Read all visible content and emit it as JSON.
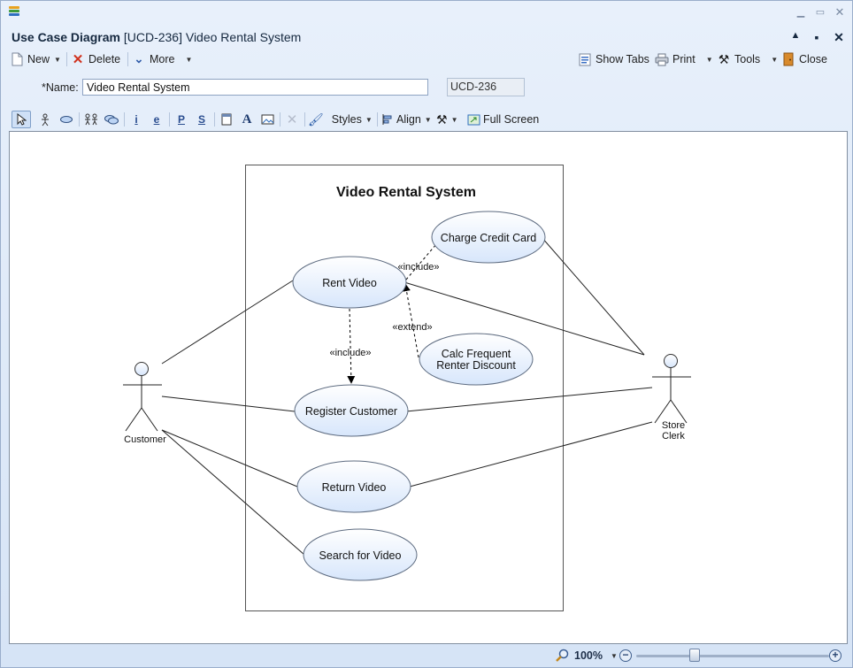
{
  "window": {
    "doc_type": "Use Case Diagram",
    "doc_ref": "[UCD-236] Video Rental System"
  },
  "toolbar": {
    "new_label": "New",
    "delete_label": "Delete",
    "more_label": "More",
    "show_tabs_label": "Show Tabs",
    "print_label": "Print",
    "tools_label": "Tools",
    "close_label": "Close"
  },
  "form": {
    "name_label": "*Name:",
    "name_value": "Video Rental System",
    "code_value": "UCD-236"
  },
  "diagram_toolbar": {
    "styles_label": "Styles",
    "align_label": "Align",
    "full_screen_label": "Full Screen",
    "tool_glyphs": {
      "include": "i",
      "extend": "e",
      "package": "P",
      "subsystem": "S",
      "text": "A"
    }
  },
  "diagram": {
    "system_title": "Video Rental System",
    "actors": {
      "customer": "Customer",
      "store_clerk_line1": "Store",
      "store_clerk_line2": "Clerk"
    },
    "use_cases": {
      "rent_video": "Rent Video",
      "charge_credit_card": "Charge Credit Card",
      "calc_line1": "Calc Frequent",
      "calc_line2": "Renter Discount",
      "register_customer": "Register Customer",
      "return_video": "Return Video",
      "search_for_video": "Search for Video"
    },
    "relations": {
      "include_1": "«include»",
      "extend_1": "«extend»",
      "include_2": "«include»"
    },
    "colors": {
      "usecase_fill_top": "#ffffff",
      "usecase_fill_bottom": "#d7e6fb",
      "usecase_stroke": "#5d6b80"
    }
  },
  "status": {
    "zoom": "100%"
  }
}
